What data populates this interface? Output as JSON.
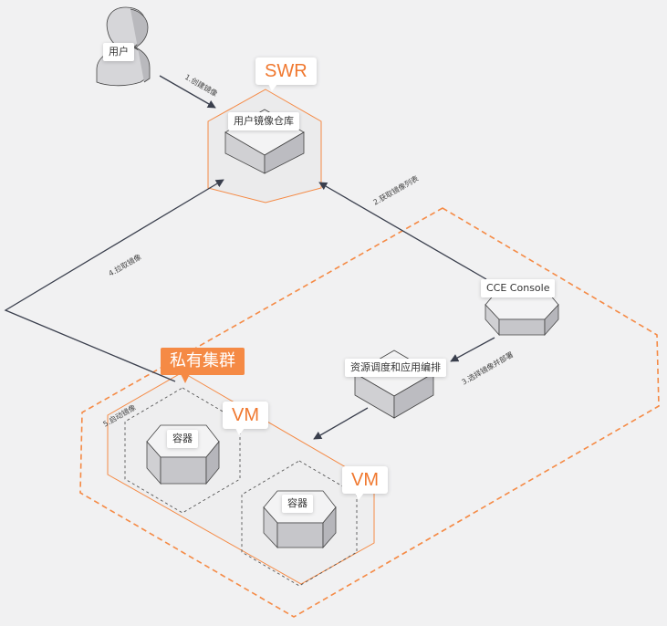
{
  "user": {
    "label": "用户"
  },
  "swr": {
    "bubble": "SWR",
    "repo_label": "用户镜像仓库"
  },
  "console": {
    "label": "CCE Console"
  },
  "scheduler": {
    "label": "资源调度和应用编排"
  },
  "cluster": {
    "tag": "私有集群"
  },
  "vm1": {
    "bubble": "VM",
    "container_label": "容器"
  },
  "vm2": {
    "bubble": "VM",
    "container_label": "容器"
  },
  "steps": {
    "s1": "1.创建镜像",
    "s2": "2.获取镜像列表",
    "s3": "3.选择镜像并部署",
    "s4": "4.拉取镜像",
    "s5": "5.启动镜像"
  },
  "colors": {
    "accent": "#f58a45",
    "line": "#3a3f4d",
    "hex_fill": "#ececed",
    "cube_top": "#f3f3f4",
    "cube_left": "#cfcfd2",
    "cube_right": "#b9b9be"
  }
}
